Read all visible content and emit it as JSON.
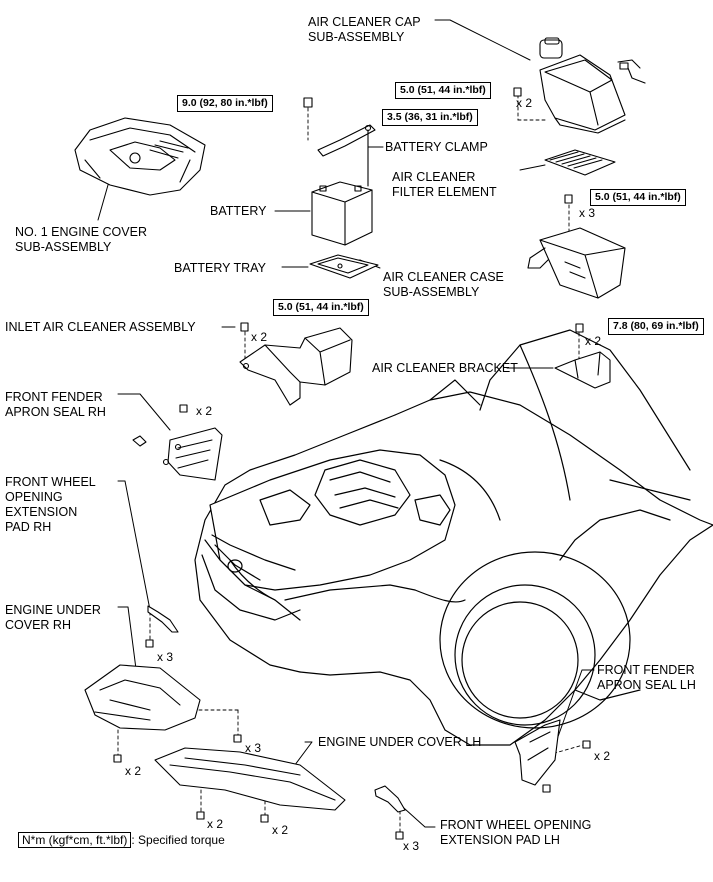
{
  "labels": {
    "air_cleaner_cap": "AIR CLEANER CAP\nSUB-ASSEMBLY",
    "battery_clamp": "BATTERY CLAMP",
    "air_cleaner_filter": "AIR CLEANER\nFILTER ELEMENT",
    "battery": "BATTERY",
    "engine_cover": "NO. 1 ENGINE COVER\nSUB-ASSEMBLY",
    "battery_tray": "BATTERY TRAY",
    "air_cleaner_case": "AIR CLEANER CASE\nSUB-ASSEMBLY",
    "inlet_air_cleaner": "INLET AIR CLEANER ASSEMBLY",
    "air_cleaner_bracket": "AIR CLEANER BRACKET",
    "front_fender_apron_rh": "FRONT FENDER\nAPRON SEAL RH",
    "front_wheel_pad_rh": "FRONT WHEEL\nOPENING\nEXTENSION\nPAD RH",
    "engine_under_cover_rh": "ENGINE UNDER\nCOVER RH",
    "front_fender_apron_lh": "FRONT FENDER\nAPRON SEAL LH",
    "engine_under_cover_lh": "ENGINE UNDER COVER LH",
    "front_wheel_pad_lh": "FRONT WHEEL OPENING\nEXTENSION PAD LH"
  },
  "torques": {
    "cap": "5.0 (51, 44 in.*lbf)",
    "clamp_bolt": "9.0 (92, 80 in.*lbf)",
    "clamp_nut": "3.5 (36, 31 in.*lbf)",
    "case": "5.0 (51, 44 in.*lbf)",
    "inlet": "5.0 (51, 44 in.*lbf)",
    "bracket": "7.8 (80, 69 in.*lbf)"
  },
  "quantities": {
    "cap": "x 2",
    "case": "x 3",
    "inlet": "x 2",
    "bracket": "x 2",
    "fender_rh": "x 2",
    "pad_rh": "x 3",
    "under_rh_center": "x 3",
    "under_rh_left": "x 2",
    "under_lh_a": "x 2",
    "under_lh_b": "x 2",
    "fender_lh": "x 2",
    "pad_lh": "x 3"
  },
  "legend": {
    "box": "N*m (kgf*cm, ft.*lbf)",
    "text": ": Specified torque"
  }
}
